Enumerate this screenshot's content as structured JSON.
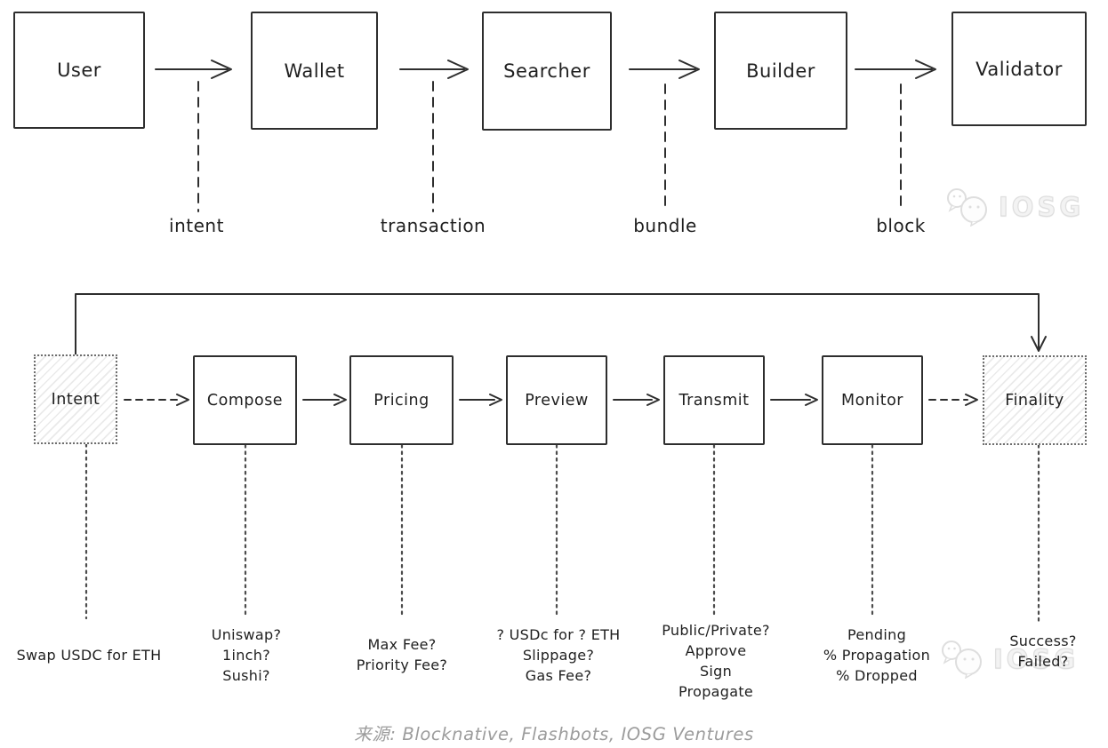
{
  "colors": {
    "background": "#ffffff",
    "stroke": "#2e2e2e",
    "text": "#1f1f1f",
    "hatch_fill": "#e9e9e9",
    "caption_gray": "#9c9c9c",
    "watermark_gray": "#dedede"
  },
  "top_flow": {
    "nodes": [
      {
        "label": "User"
      },
      {
        "label": "Wallet"
      },
      {
        "label": "Searcher"
      },
      {
        "label": "Builder"
      },
      {
        "label": "Validator"
      }
    ],
    "edge_labels": [
      {
        "label": "intent"
      },
      {
        "label": "transaction"
      },
      {
        "label": "bundle"
      },
      {
        "label": "block"
      }
    ]
  },
  "bottom_flow": {
    "nodes": [
      {
        "label": "Intent",
        "style": "hatched"
      },
      {
        "label": "Compose",
        "style": "solid"
      },
      {
        "label": "Pricing",
        "style": "solid"
      },
      {
        "label": "Preview",
        "style": "solid"
      },
      {
        "label": "Transmit",
        "style": "solid"
      },
      {
        "label": "Monitor",
        "style": "solid"
      },
      {
        "label": "Finality",
        "style": "hatched"
      }
    ],
    "annotations": [
      {
        "lines": [
          "Swap USDC for ETH"
        ]
      },
      {
        "lines": [
          "Uniswap?",
          "1inch?",
          "Sushi?"
        ]
      },
      {
        "lines": [
          "Max Fee?",
          "Priority Fee?"
        ]
      },
      {
        "lines": [
          "? USDc for ? ETH",
          "Slippage?",
          "Gas Fee?"
        ]
      },
      {
        "lines": [
          "Public/Private?",
          "Approve",
          "Sign",
          "Propagate"
        ]
      },
      {
        "lines": [
          "Pending",
          "% Propagation",
          "% Dropped"
        ]
      },
      {
        "lines": [
          "Success?",
          "Failed?"
        ]
      }
    ]
  },
  "watermark": {
    "text": "IOSG"
  },
  "caption": "来源: Blocknative, Flashbots, IOSG Ventures"
}
